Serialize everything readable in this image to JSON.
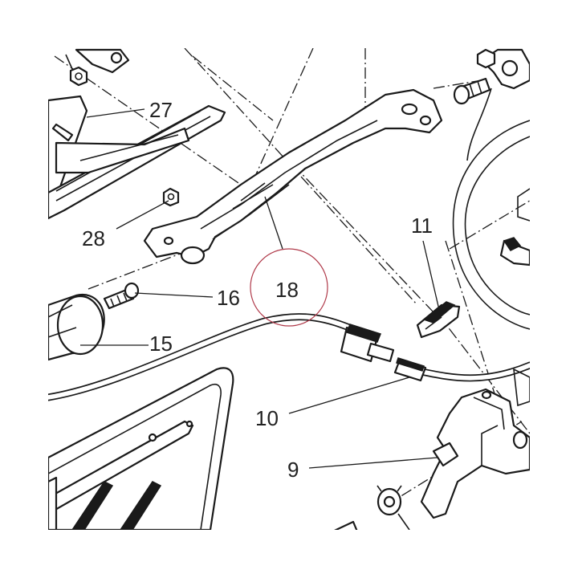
{
  "diagram": {
    "callouts": {
      "c27": "27",
      "c28": "28",
      "c16": "16",
      "c18": "18",
      "c15": "15",
      "c11": "11",
      "c10": "10",
      "c9": "9"
    },
    "colors": {
      "line": "#1a1a1a",
      "highlight_circle": "#b03a4a",
      "background": "#ffffff"
    }
  }
}
